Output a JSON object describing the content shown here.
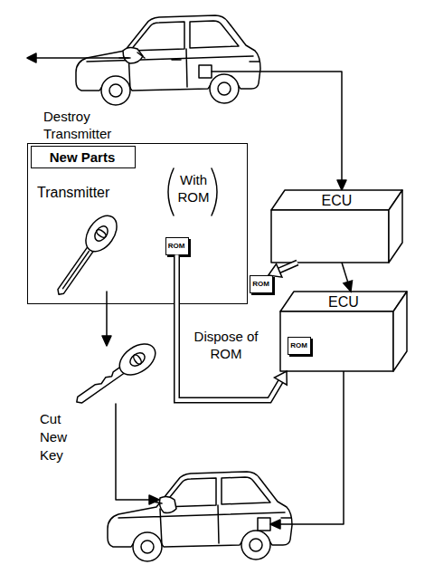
{
  "diagram": {
    "nodes": [
      {
        "text": [
          "Transmitter",
          "With ROM"
        ]
      },
      {
        "text": [
          "New Parts"
        ],
        "in": 0
      },
      {
        "text": [
          "ECU"
        ]
      },
      {
        "text": [
          "ROM"
        ],
        "in": 0
      },
      {
        "text": [
          "ROM"
        ]
      },
      {
        "text": [
          "ECU"
        ]
      },
      {
        "text": [
          "ROM"
        ],
        "in": 5
      }
    ],
    "edges": [
      {
        "from": 2,
        "to": 5,
        "arrow": "to"
      },
      {
        "from": 2,
        "to": 4,
        "arrow": "to"
      },
      {
        "from": 3,
        "to": 5,
        "arrow": "to"
      }
    ],
    "labels": [
      "Destroy Transmitter",
      "Dispose of ROM",
      "Cut New Key"
    ]
  }
}
